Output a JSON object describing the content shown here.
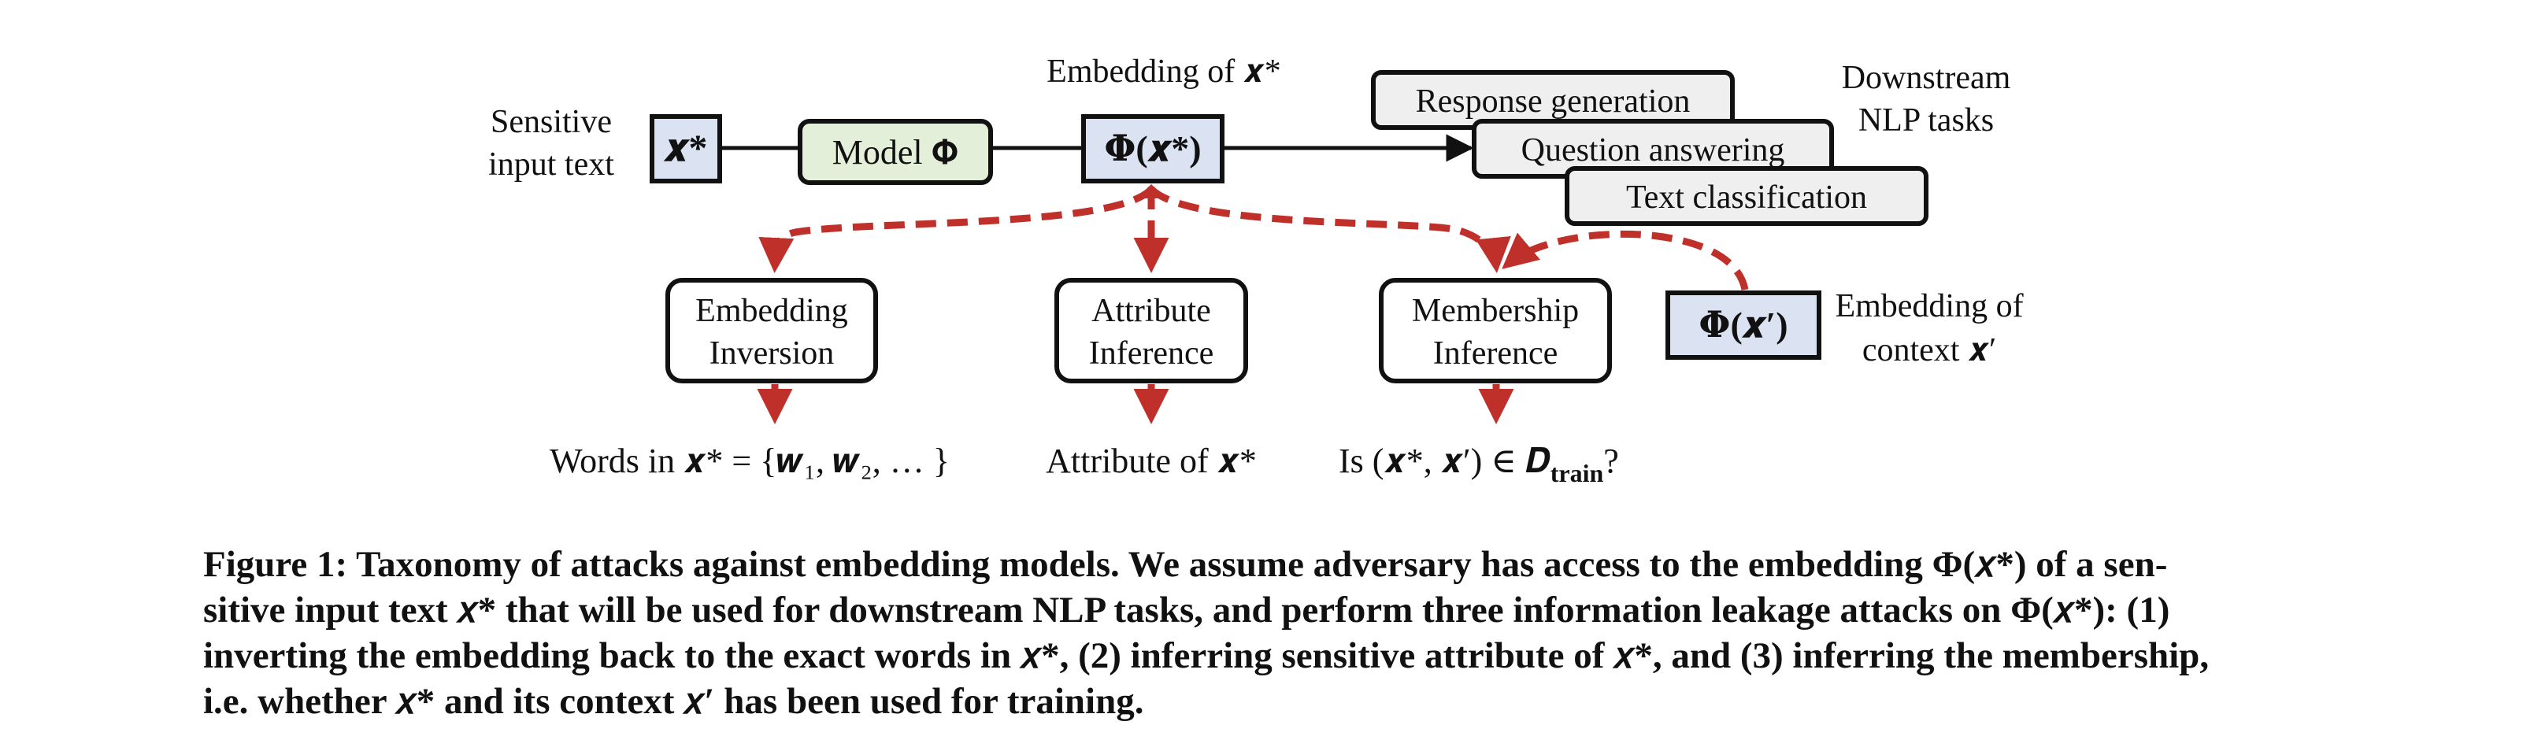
{
  "diagram": {
    "label_embedding_x_star": "Embedding of 𝒙*",
    "label_sensitive": [
      "Sensitive",
      "input text"
    ],
    "node_x_star": "𝒙*",
    "node_model": "Model 𝚽",
    "node_phi_x_star": "𝚽(𝒙*)",
    "downstream_label": [
      "Downstream",
      "NLP tasks"
    ],
    "tasks": [
      "Response generation",
      "Question answering",
      "Text classification"
    ],
    "attacks": [
      {
        "line1": "Embedding",
        "line2": "Inversion",
        "output": "Words in 𝒙* = {𝒘₁, 𝒘₂, … }"
      },
      {
        "line1": "Attribute",
        "line2": "Inference",
        "output": "Attribute of 𝒙*"
      },
      {
        "line1": "Membership",
        "line2": "Inference",
        "output": "Is (𝒙*, 𝒙′) ∈ 𝑫"
      }
    ],
    "membership_output_subscript": "train",
    "membership_output_suffix": "?",
    "node_phi_x_prime": "𝚽(𝒙′)",
    "label_context": [
      "Embedding  of",
      "context 𝒙′"
    ],
    "colors": {
      "input_box_fill": "#dbe3f3",
      "model_box_fill": "#e4efd9",
      "task_box_fill": "#efefef",
      "attack_arrow": "#c0302a",
      "outline": "#111111"
    }
  },
  "caption": {
    "lines": [
      "Figure 1: Taxonomy of attacks against embedding models. We assume adversary has access to the embedding Φ(𝑥*) of a sen-",
      "sitive input text 𝑥* that will be used for downstream NLP tasks, and perform three information leakage attacks on Φ(𝑥*): (1)",
      "inverting the embedding back to the exact words in 𝑥*, (2) inferring sensitive attribute of 𝑥*, and (3) inferring the membership,",
      "i.e. whether 𝑥* and its context 𝑥′ has been used for training."
    ]
  }
}
